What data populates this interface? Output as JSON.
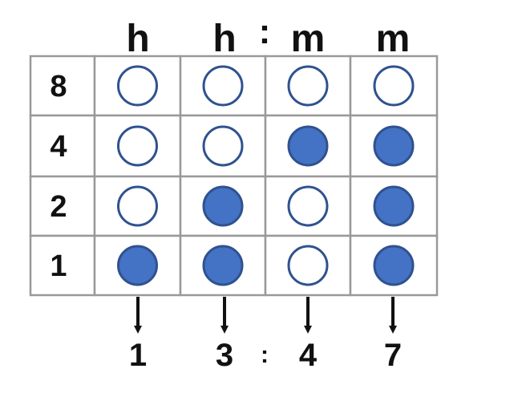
{
  "headers": [
    "h",
    "h",
    "m",
    "m"
  ],
  "header_separator": ":",
  "row_labels": [
    "8",
    "4",
    "2",
    "1"
  ],
  "grid": [
    [
      0,
      0,
      0,
      0
    ],
    [
      0,
      0,
      1,
      1
    ],
    [
      0,
      1,
      0,
      1
    ],
    [
      1,
      1,
      0,
      1
    ]
  ],
  "results": [
    "1",
    "3",
    "4",
    "7"
  ],
  "result_separator": ":",
  "colors": {
    "on_fill": "#4472c4",
    "on_stroke": "#2f528f",
    "off_fill": "#ffffff",
    "off_stroke": "#2f528f",
    "grid_line": "#999999",
    "text": "#111111"
  }
}
